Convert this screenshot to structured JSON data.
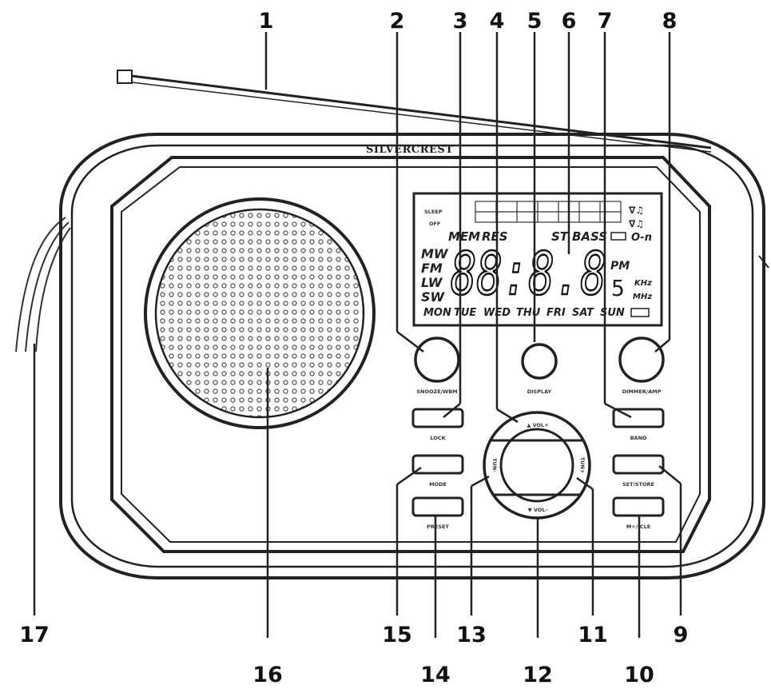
{
  "brand": "SILVERCREST",
  "callouts": [
    "1",
    "2",
    "3",
    "4",
    "5",
    "6",
    "7",
    "8",
    "9",
    "10",
    "11",
    "12",
    "13",
    "14",
    "15",
    "16",
    "17"
  ],
  "buttons": {
    "snooze_label": "SNOOZE/WBM",
    "display_label": "DISPLAY",
    "dimmer_label": "DIMMER/AMP",
    "lock_label": "LOCK",
    "band_label": "BAND",
    "mode_label": "MODE",
    "setstore_label": "SET/STORE",
    "preset_label": "PRESET",
    "mem_label": "M+/-CLE",
    "vol_up_label": "▲ VOL+",
    "vol_down_label": "▼ VOL-",
    "tune_down_label": "TUN-",
    "tune_up_label": "TUN+"
  },
  "lcd": {
    "sleep": "SLEEP",
    "off": "OFF",
    "mem": "MEM",
    "res": "RES",
    "st": "ST",
    "bass": "BASS",
    "bands": [
      "MW",
      "FM",
      "LW",
      "SW"
    ],
    "digits": "88:8.8",
    "pm": "PM",
    "small_digit": "5",
    "khz": "KHz",
    "mhz": "MHz",
    "days": [
      "MON",
      "TUE",
      "WED",
      "THU",
      "FRI",
      "SAT",
      "SUN"
    ]
  }
}
